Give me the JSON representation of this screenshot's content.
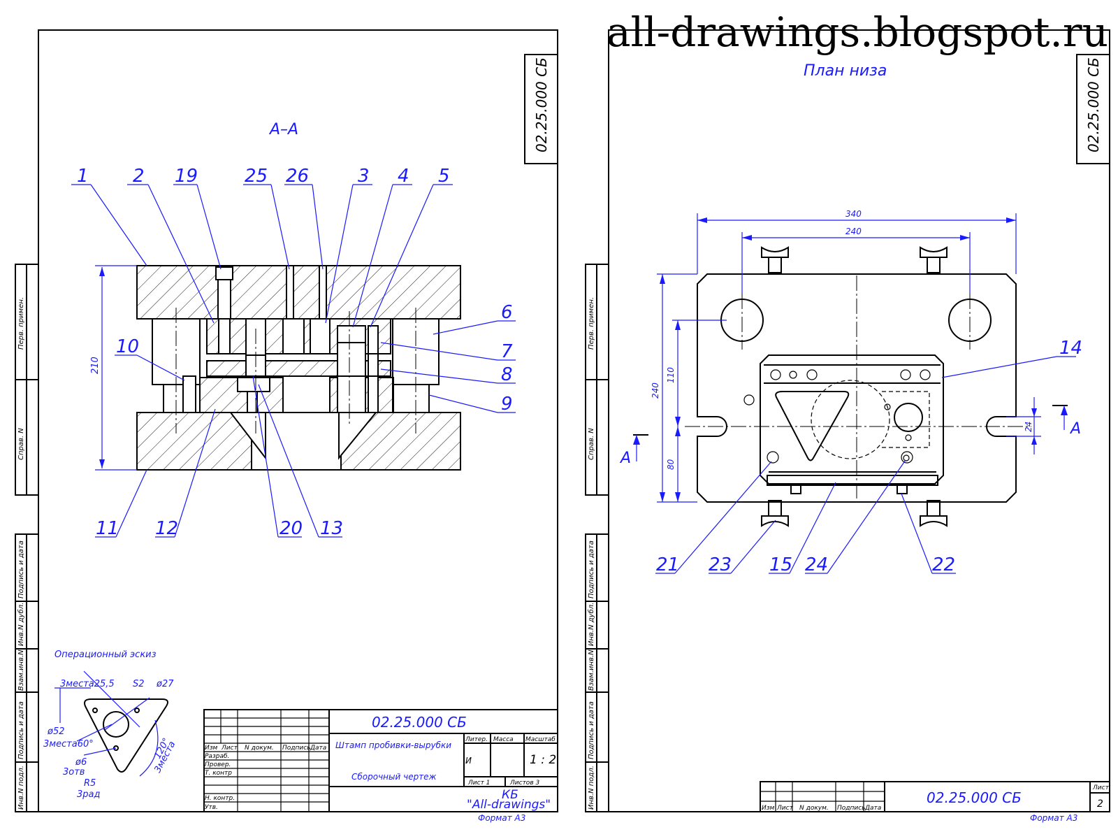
{
  "site_title": "all-drawings.blogspot.ru",
  "sheet1": {
    "doc_code": "02.25.000 СБ",
    "section_label": "А–А",
    "height_dim": "210",
    "leaders_top": [
      "1",
      "2",
      "19",
      "25",
      "26",
      "3",
      "4",
      "5"
    ],
    "leaders_right": [
      "6",
      "7",
      "8",
      "9"
    ],
    "leader_left": "10",
    "leaders_bottom": [
      "11",
      "12",
      "20",
      "13"
    ],
    "sketch": {
      "title": "Операционный эскиз",
      "dim_3x255": "3места25,5",
      "dim_s2": "S2",
      "dim_d27": "ø27",
      "dim_d52": "ø52",
      "dim_3x60": "3места60°",
      "dim_d6": "ø6",
      "dim_3holes": "3отв",
      "dim_r5": "R5",
      "dim_3rad": "3рад",
      "dim_120": "120°",
      "dim_3pl": "3места"
    },
    "title_block": {
      "code": "02.25.000 СБ",
      "name": "Штамп пробивки-вырубки",
      "doc_type": "Сборочный чертеж",
      "col_izm": "Изм",
      "col_list": "Лист",
      "col_ndoc": "N докум.",
      "col_sign": "Подпись",
      "col_date": "Дата",
      "row_razrab": "Разраб.",
      "row_prover": "Провер.",
      "row_tkontr": "Т. контр",
      "row_nkontr": "Н. контр.",
      "row_utv": "Утв.",
      "h_liter": "Литер.",
      "h_massa": "Масса",
      "h_scale": "Масштаб",
      "liter": "И",
      "scale": "1 : 2",
      "sheet": "Лист 1",
      "sheets": "Листов 3",
      "org1": "КБ",
      "org2": "\"All-drawings\"",
      "format": "Формат А3"
    },
    "side_labels": [
      "Перв. примен.",
      "Справ. N",
      "Подпись и дата",
      "Инв.N дубл.",
      "Взам.инв.N",
      "Подпись и дата",
      "Инв.N подл."
    ]
  },
  "sheet2": {
    "doc_code": "02.25.000 СБ",
    "view_title": "План низа",
    "dims": {
      "w340": "340",
      "w240": "240",
      "h240": "240",
      "h110": "110",
      "h80": "80",
      "h24": "24"
    },
    "section_mark": "А",
    "leaders_bottom": [
      "21",
      "23",
      "15",
      "24",
      "22"
    ],
    "leader_right": "14",
    "title_block": {
      "code": "02.25.000 СБ",
      "col_izm": "Изм",
      "col_list": "Лист",
      "col_ndoc": "N докум.",
      "col_sign": "Подпись",
      "col_date": "Дата",
      "sheet_label": "Лист",
      "sheet_no": "2",
      "format": "Формат А3"
    },
    "side_labels": [
      "Перв. примен.",
      "Справ. N",
      "Подпись и дата",
      "Инв.N дубл.",
      "Взам.инв.N",
      "Подпись и дата",
      "Инв.N подл."
    ]
  }
}
